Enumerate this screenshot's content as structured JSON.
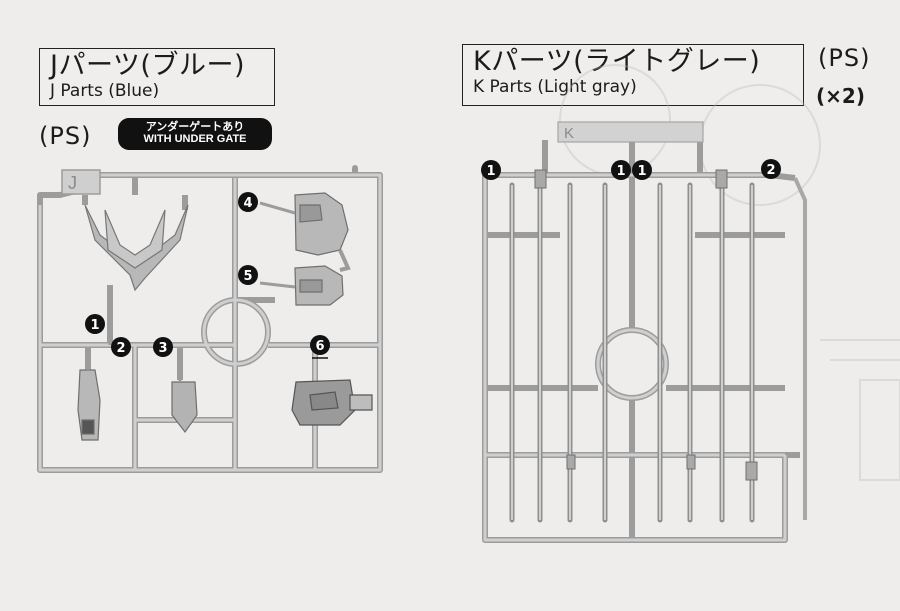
{
  "j_section": {
    "title_jp": "Jパーツ(ブルー)",
    "title_en": "J Parts (Blue)",
    "material": "(PS)",
    "gate_badge_jp": "アンダーゲートあり",
    "gate_badge_en": "WITH UNDER GATE",
    "tag_letter": "J",
    "part_numbers": [
      "1",
      "2",
      "3",
      "4",
      "5",
      "6"
    ]
  },
  "k_section": {
    "title_jp": "Kパーツ(ライトグレー)",
    "title_en": "K Parts (Light gray)",
    "material": "(PS)",
    "quantity": "(×2)",
    "tag_letter": "K",
    "part_numbers": [
      "1",
      "1",
      "1",
      "2"
    ]
  },
  "colors": {
    "background": "#eeedeb",
    "runner": "#c9c9c9",
    "runner_edge": "#9c9c9c",
    "marker": "#111111"
  }
}
